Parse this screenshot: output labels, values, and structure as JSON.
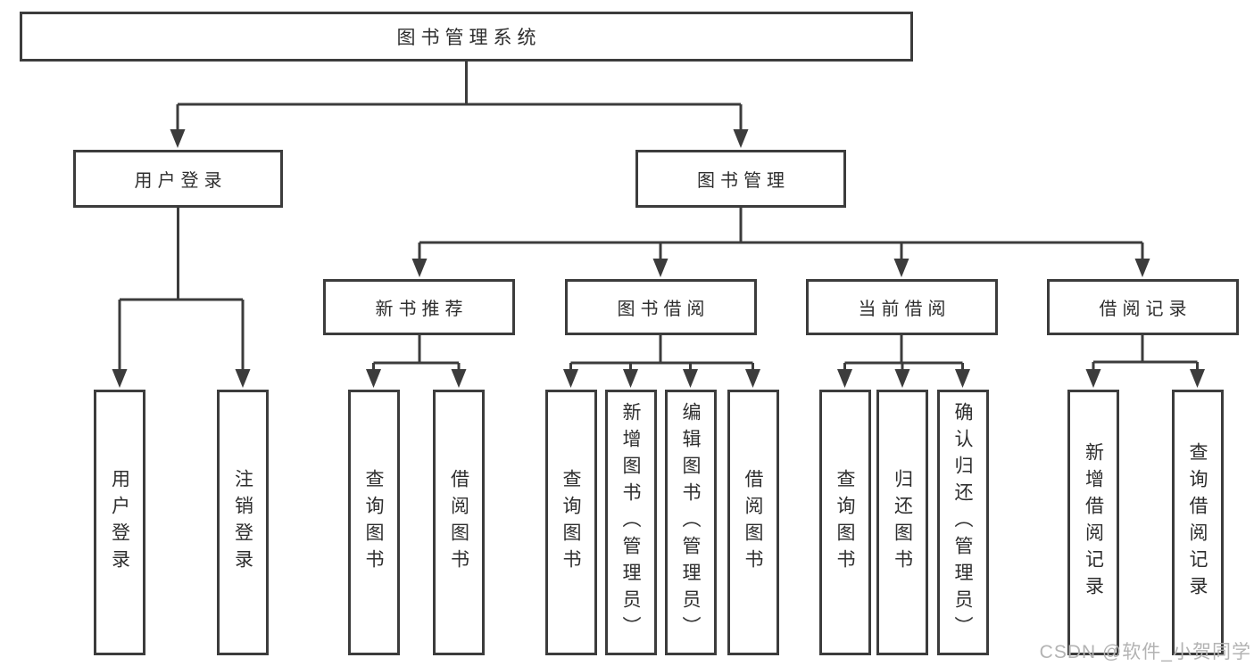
{
  "watermark": "CSDN @软件_小贺同学",
  "colors": {
    "line": "#3c3c3c",
    "text": "#2e2e2e",
    "box_background": "#ffffff",
    "watermark": "#b3b3b3"
  },
  "tree": {
    "root": {
      "label": "图书管理系统",
      "children": [
        {
          "label": "用户登录",
          "children": [
            {
              "label": "用户登录"
            },
            {
              "label": "注销登录"
            }
          ]
        },
        {
          "label": "图书管理",
          "children": [
            {
              "label": "新书推荐",
              "children": [
                {
                  "label": "查询图书"
                },
                {
                  "label": "借阅图书"
                }
              ]
            },
            {
              "label": "图书借阅",
              "children": [
                {
                  "label": "查询图书"
                },
                {
                  "label": "新增图书（管理员）"
                },
                {
                  "label": "编辑图书（管理员）"
                },
                {
                  "label": "借阅图书"
                }
              ]
            },
            {
              "label": "当前借阅",
              "children": [
                {
                  "label": "查询图书"
                },
                {
                  "label": "归还图书"
                },
                {
                  "label": "确认归还（管理员）"
                }
              ]
            },
            {
              "label": "借阅记录",
              "children": [
                {
                  "label": "新增借阅记录"
                },
                {
                  "label": "查询借阅记录"
                }
              ]
            }
          ]
        }
      ]
    }
  }
}
